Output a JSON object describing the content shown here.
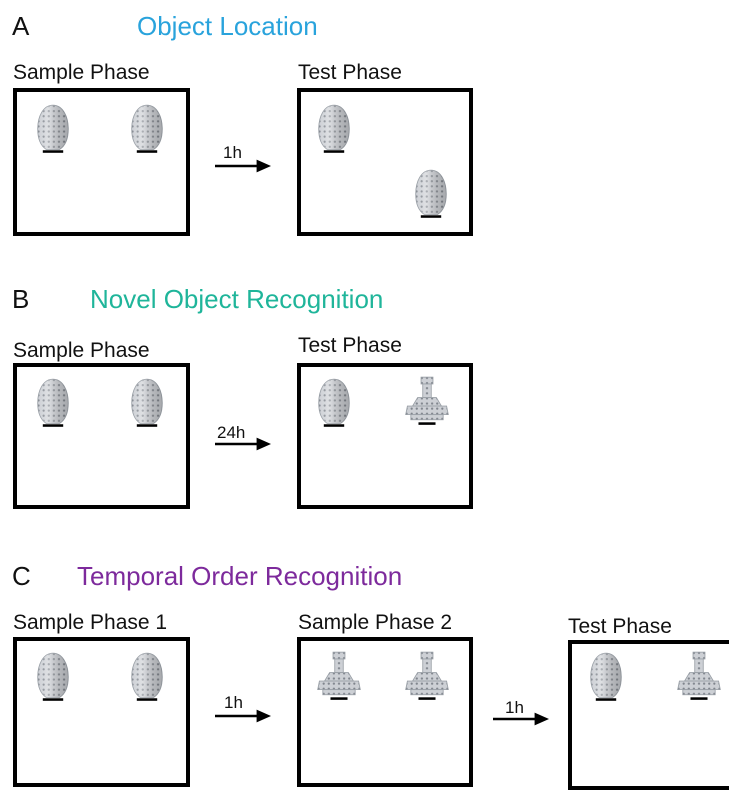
{
  "colors": {
    "panel_a_title": "#29a3dc",
    "panel_b_title": "#1fb59a",
    "panel_c_title": "#7d2a9c",
    "object_fill": "#c9ccd1",
    "object_stroke": "#8b8f96",
    "object_base": "#000000"
  },
  "icons": [
    "egg-object-icon",
    "tower-object-icon",
    "arrow-icon"
  ],
  "panels": [
    {
      "letter": "A",
      "title": "Object Location",
      "phases": [
        {
          "label": "Sample Phase",
          "objects": [
            "egg-object",
            "egg-object"
          ]
        },
        {
          "label": "Test Phase",
          "objects": [
            "egg-object",
            "egg-object"
          ]
        }
      ],
      "delays": [
        "1h"
      ]
    },
    {
      "letter": "B",
      "title": "Novel Object Recognition",
      "phases": [
        {
          "label": "Sample Phase",
          "objects": [
            "egg-object",
            "egg-object"
          ]
        },
        {
          "label": "Test Phase",
          "objects": [
            "egg-object",
            "tower-object"
          ]
        }
      ],
      "delays": [
        "24h"
      ]
    },
    {
      "letter": "C",
      "title": "Temporal Order Recognition",
      "phases": [
        {
          "label": "Sample Phase 1",
          "objects": [
            "egg-object",
            "egg-object"
          ]
        },
        {
          "label": "Sample Phase 2",
          "objects": [
            "tower-object",
            "tower-object"
          ]
        },
        {
          "label": "Test Phase",
          "objects": [
            "egg-object",
            "tower-object"
          ]
        }
      ],
      "delays": [
        "1h",
        "1h"
      ]
    }
  ]
}
